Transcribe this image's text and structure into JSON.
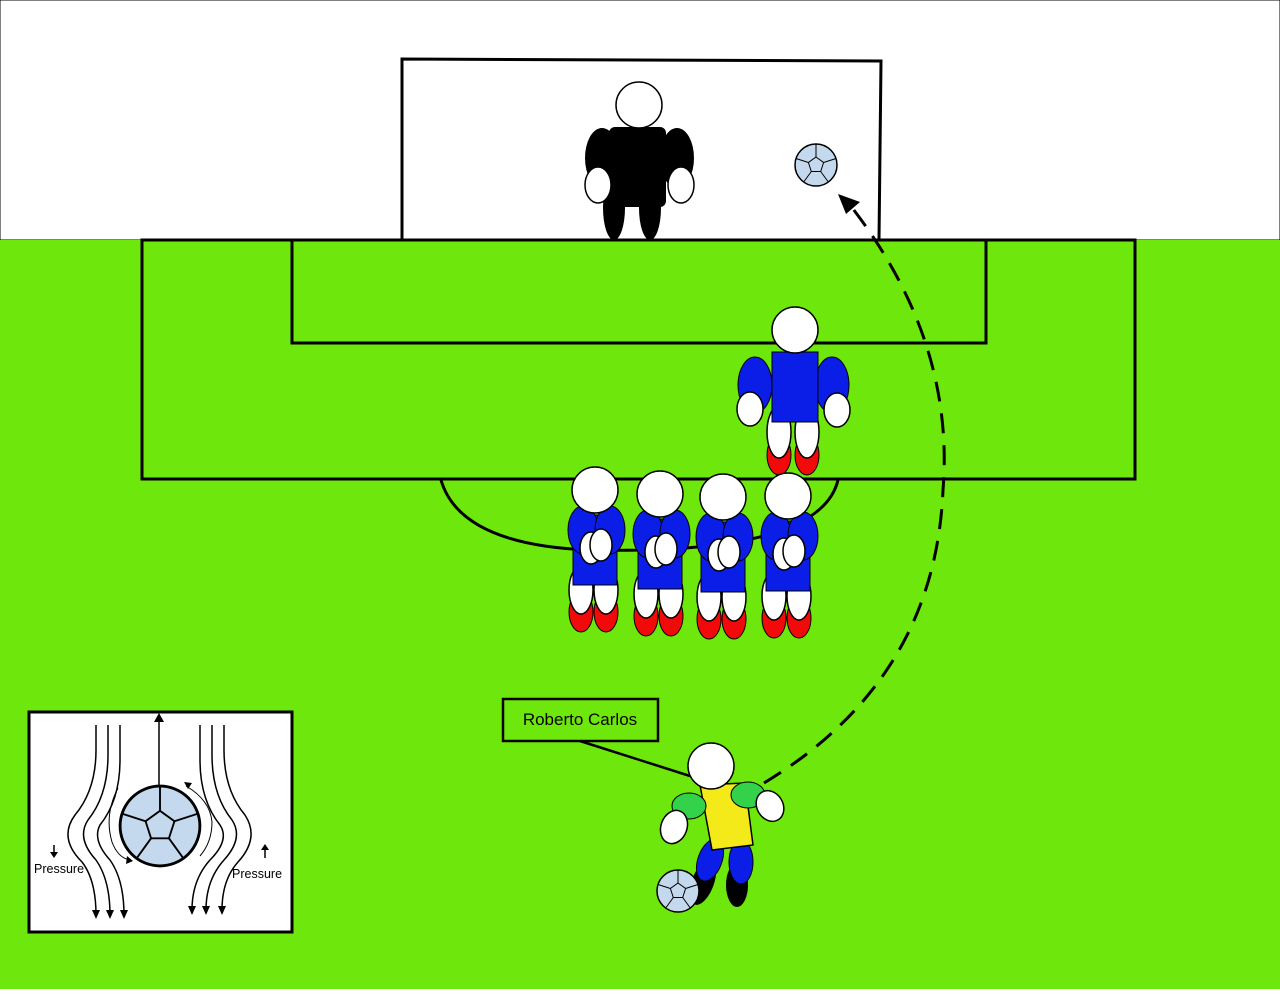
{
  "labels": {
    "player_name": "Roberto Carlos",
    "pressure_left": "Pressure",
    "pressure_right": "Pressure"
  },
  "colors": {
    "sky": "#ffffff",
    "pitch": "#6ee80c",
    "ball_fill": "#c5d9ee",
    "goalkeeper": "#000000",
    "defender_kit": "#0a1ee8",
    "defender_boots": "#f20a0a",
    "kicker_shirt": "#f4ea1a",
    "kicker_sleeves": "#34d14b",
    "kicker_shorts": "#0a1ee8",
    "skin": "#ffffff"
  },
  "icons": {
    "ball": "football-icon",
    "arrow": "arrowhead-icon"
  }
}
